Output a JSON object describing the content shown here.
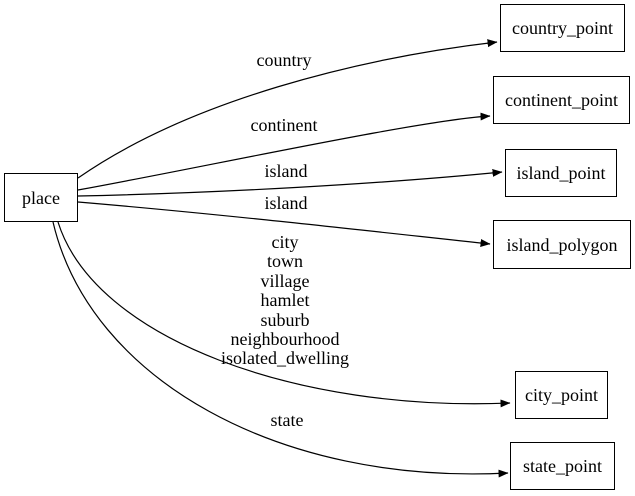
{
  "diagram": {
    "type": "directed-graph",
    "colors": {
      "background": "#ffffff",
      "node_fill": "#ffffff",
      "node_border": "#000000",
      "edge": "#000000",
      "text": "#000000"
    },
    "nodes": {
      "place": {
        "label": "place"
      },
      "country_point": {
        "label": "country_point"
      },
      "continent_point": {
        "label": "continent_point"
      },
      "island_point": {
        "label": "island_point"
      },
      "island_polygon": {
        "label": "island_polygon"
      },
      "city_point": {
        "label": "city_point"
      },
      "state_point": {
        "label": "state_point"
      }
    },
    "edges": {
      "place_to_country_point": {
        "from": "place",
        "to": "country_point",
        "label": "country"
      },
      "place_to_continent_point": {
        "from": "place",
        "to": "continent_point",
        "label": "continent"
      },
      "place_to_island_point": {
        "from": "place",
        "to": "island_point",
        "label": "island"
      },
      "place_to_island_polygon": {
        "from": "place",
        "to": "island_polygon",
        "label": "island"
      },
      "place_to_city_point": {
        "from": "place",
        "to": "city_point",
        "label": "city\ntown\nvillage\nhamlet\nsuburb\nneighbourhood\nisolated_dwelling"
      },
      "place_to_state_point": {
        "from": "place",
        "to": "state_point",
        "label": "state"
      }
    }
  }
}
